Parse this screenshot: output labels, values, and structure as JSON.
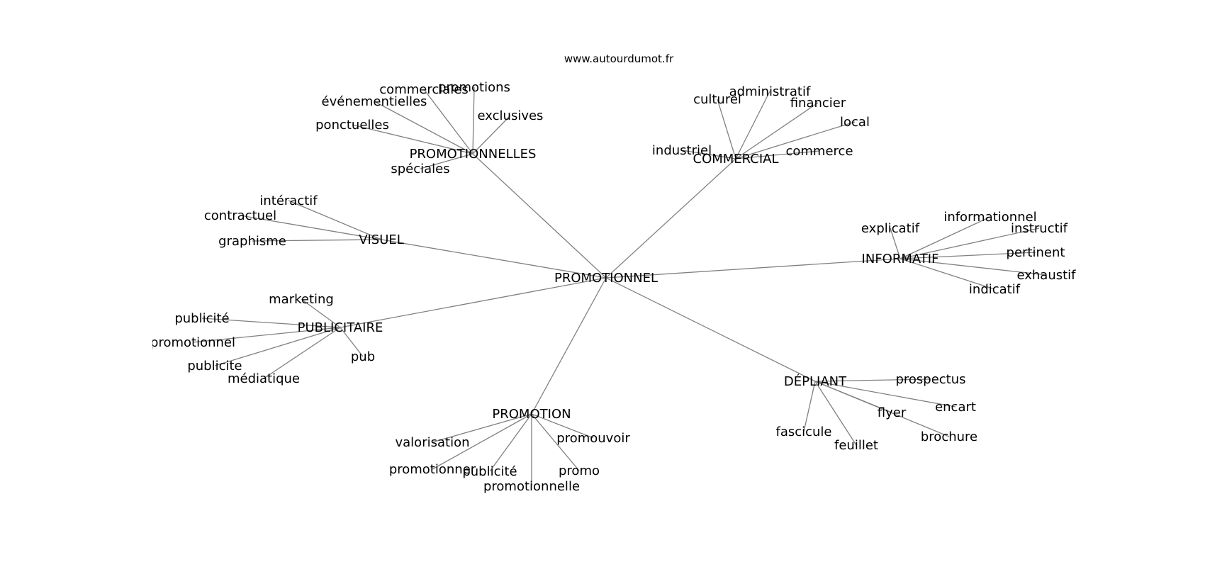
{
  "source": "www.autourdumot.fr",
  "graph": {
    "root": {
      "id": "root",
      "label": "PROMOTIONNEL"
    },
    "hubs": [
      {
        "id": "promotionnelles",
        "label": "PROMOTIONNELLES",
        "leaves": [
          "commerciales",
          "promotions",
          "événementielles",
          "exclusives",
          "ponctuelles",
          "spéciales"
        ]
      },
      {
        "id": "commercial",
        "label": "COMMERCIAL",
        "leaves": [
          "culturel",
          "administratif",
          "financier",
          "local",
          "industriel",
          "commerce"
        ]
      },
      {
        "id": "visuel",
        "label": "VISUEL",
        "leaves": [
          "intéractif",
          "contractuel",
          "graphisme"
        ]
      },
      {
        "id": "informatif",
        "label": "INFORMATIF",
        "leaves": [
          "explicatif",
          "informationnel",
          "instructif",
          "pertinent",
          "exhaustif",
          "indicatif"
        ]
      },
      {
        "id": "publicitaire",
        "label": "PUBLICITAIRE",
        "leaves": [
          "marketing",
          "publicité",
          "promotionnel",
          "publicite",
          "médiatique",
          "pub"
        ]
      },
      {
        "id": "promotion",
        "label": "PROMOTION",
        "leaves": [
          "valorisation",
          "promouvoir",
          "promotionner",
          "publicité",
          "promo",
          "promotionnelle"
        ]
      },
      {
        "id": "depliant",
        "label": "DÉPLIANT",
        "leaves": [
          "prospectus",
          "encart",
          "flyer",
          "brochure",
          "fascicule",
          "feuillet"
        ]
      }
    ]
  }
}
